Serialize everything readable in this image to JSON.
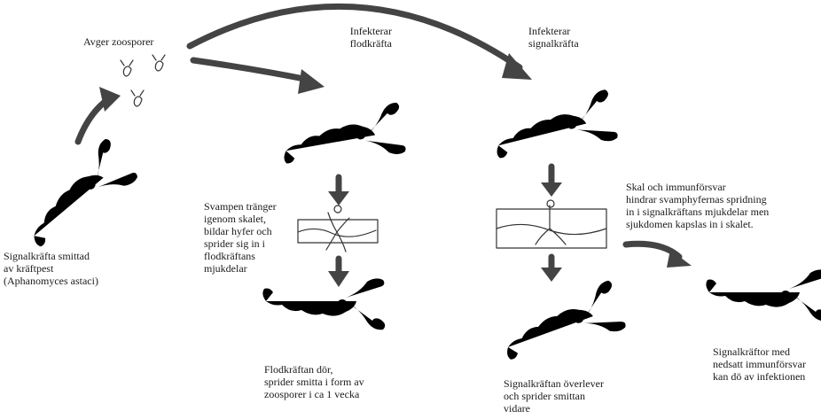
{
  "labels": {
    "zoospores": "Avger zoosporer",
    "infects_noble": "Infekterar\nflodkräfta",
    "infects_signal": "Infekterar\nsignalkräfta",
    "signal_infected": "Signalkräfta smittad\nav kräftpest\n(Aphanomyces astaci)",
    "fungus_penetrates": "Svampen tränger\nigenom skalet,\nbildar hyfer och\nsprider sig in i\nflodkräftans\nmjukdelar",
    "noble_dies": "Flodkräftan dör,\nsprider smitta i form av\nzoosporer i ca 1 vecka",
    "shell_immune": "Skal och immunförsvar\nhindrar svamphyfernas spridning\nin i signalkräftans mjukdelar men\nsjukdomen kapslas in i skalet.",
    "signal_survives": "Signalkräftan överlever\noch sprider smittan\nvidare",
    "weak_immune": "Signalkräftor med\nnedsatt immunförsvar\nkan dö av infektionen"
  },
  "icons": [
    "crayfish-icon",
    "zoospore-icon",
    "shell-section-icon",
    "arrow-icon"
  ],
  "colors": {
    "ink": "#1a1a1a",
    "arrow": "#444444"
  }
}
